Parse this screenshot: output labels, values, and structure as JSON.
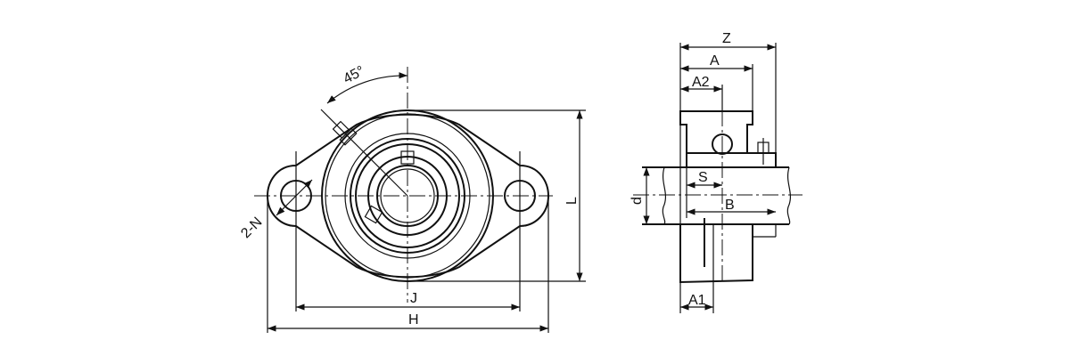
{
  "front_view": {
    "angle_label": "45°",
    "holes_label": "2-N",
    "bolt_spacing_label": "J",
    "overall_length_label": "H",
    "height_label": "L"
  },
  "side_view": {
    "overall_width_label": "Z",
    "housing_width_label": "A",
    "center_to_face_label": "A2",
    "flange_thickness_label": "A1",
    "inner_ring_offset_label": "S",
    "inner_ring_width_label": "B",
    "bore_label": "d"
  }
}
